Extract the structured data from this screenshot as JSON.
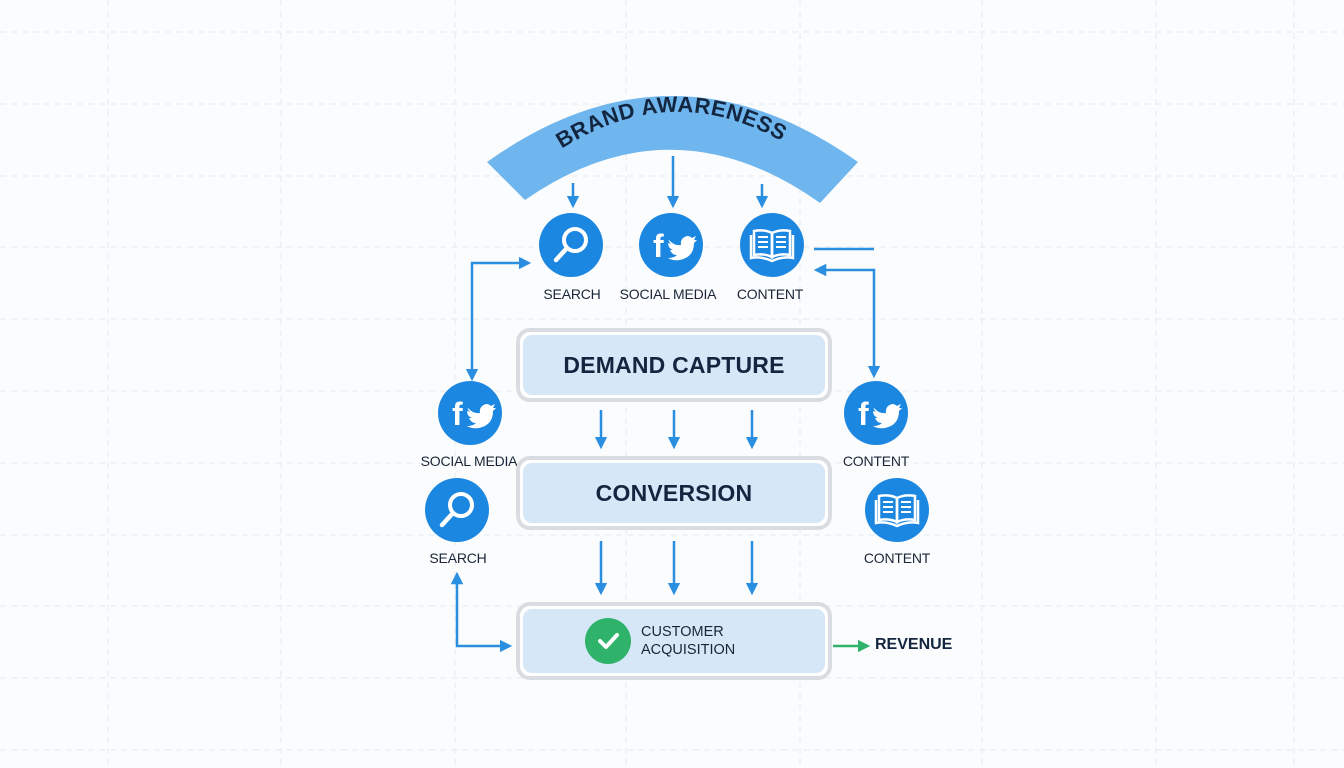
{
  "diagram": {
    "arc_title": "BRAND AWARENESS",
    "colors": {
      "arc": "#6fb6ef",
      "icon_bg": "#1c87e0",
      "arrow": "#2a8fe0",
      "revenue_arrow": "#2fb36a",
      "stage_fill": "#d6e7f8",
      "stage_border": "#d9dde2",
      "text_dark": "#142540",
      "check_bg": "#2fb36a"
    },
    "top_channels": [
      {
        "icon": "search-icon",
        "label": "SEARCH"
      },
      {
        "icon": "facebook-twitter-icon",
        "label": "SOCIAL MEDIA"
      },
      {
        "icon": "book-icon",
        "label": "CONTENT"
      }
    ],
    "left_channels": [
      {
        "icon": "facebook-twitter-icon",
        "label": "SOCIAL MEDIA"
      },
      {
        "icon": "search-icon",
        "label": "SEARCH"
      }
    ],
    "right_channels": [
      {
        "icon": "facebook-twitter-icon",
        "label": "CONTENT"
      },
      {
        "icon": "book-icon",
        "label": "CONTENT"
      }
    ],
    "stages": [
      {
        "title": "DEMAND CAPTURE"
      },
      {
        "title": "CONVERSION"
      },
      {
        "title_line1": "CUSTOMER",
        "title_line2": "ACQUISITION",
        "icon": "check-icon"
      }
    ],
    "outcome": "REVENUE"
  }
}
